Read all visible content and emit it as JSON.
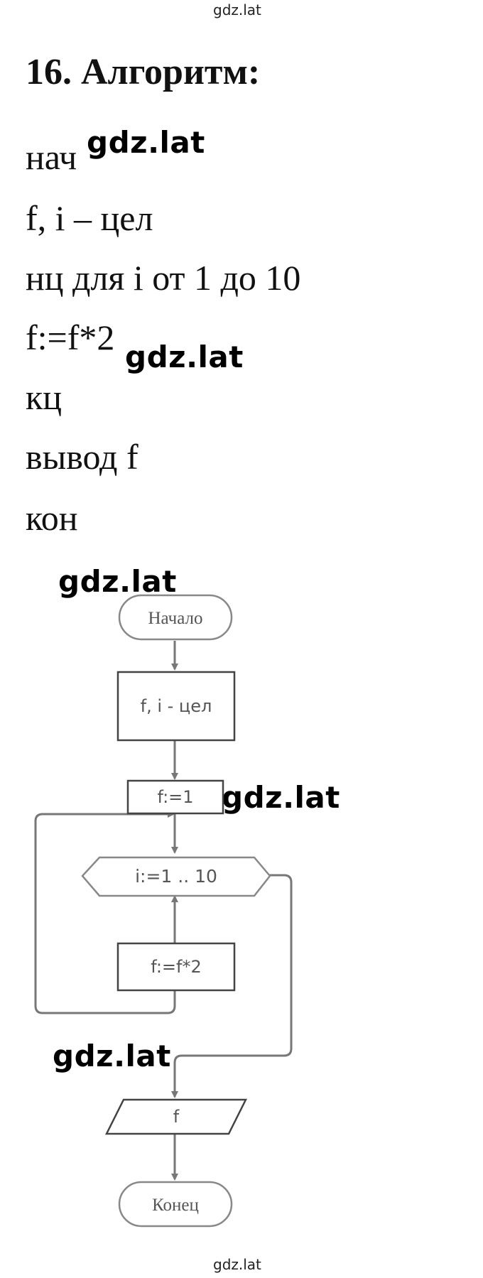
{
  "watermark": {
    "small": "gdz.lat",
    "large": "gdz.lat"
  },
  "title": "16. Алгоритм:",
  "code": [
    "нач",
    "f, i – цел",
    "нц для i от 1 до 10",
    "f:=f*2",
    "кц",
    "вывод f",
    "кон"
  ],
  "flowchart": {
    "start": "Начало",
    "declare": "f, i - цел",
    "init": "f:=1",
    "loop": "i:=1 .. 10",
    "body": "f:=f*2",
    "output": "f",
    "end": "Конец"
  }
}
